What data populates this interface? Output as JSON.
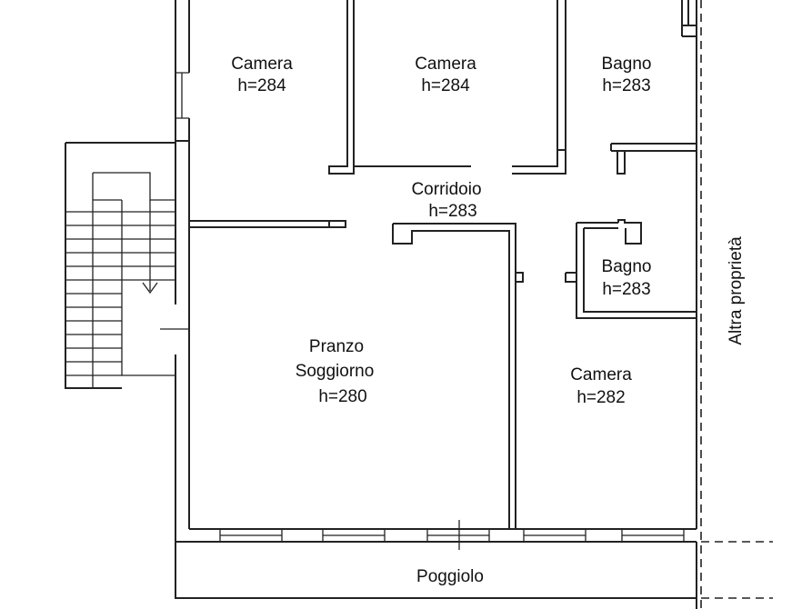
{
  "rooms": {
    "camera_1": {
      "name": "Camera",
      "height": "h=284"
    },
    "camera_2": {
      "name": "Camera",
      "height": "h=284"
    },
    "bagno_1": {
      "name": "Bagno",
      "height": "h=283"
    },
    "corridoio": {
      "name": "Corridoio",
      "height": "h=283"
    },
    "bagno_2": {
      "name": "Bagno",
      "height": "h=283"
    },
    "pranzo_soggiorno": {
      "line1": "Pranzo",
      "line2": "Soggiorno",
      "height": "h=280"
    },
    "camera_3": {
      "name": "Camera",
      "height": "h=282"
    },
    "poggiolo": {
      "name": "Poggiolo"
    }
  },
  "boundary_label": "Altra proprietà"
}
